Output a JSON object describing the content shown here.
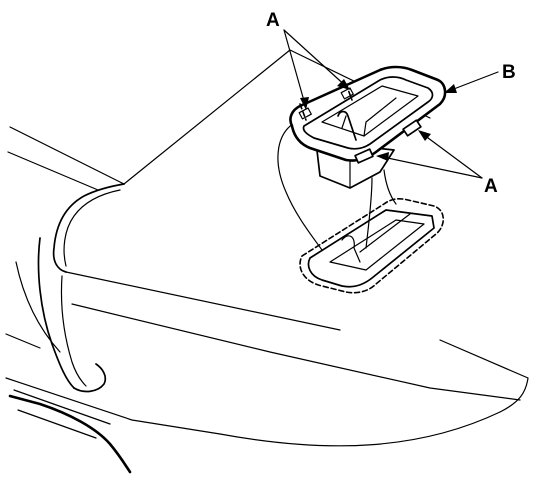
{
  "callouts": {
    "a_top": "A",
    "b": "B",
    "a_right": "A"
  },
  "colors": {
    "ink": "#000000",
    "paper": "#ffffff"
  }
}
